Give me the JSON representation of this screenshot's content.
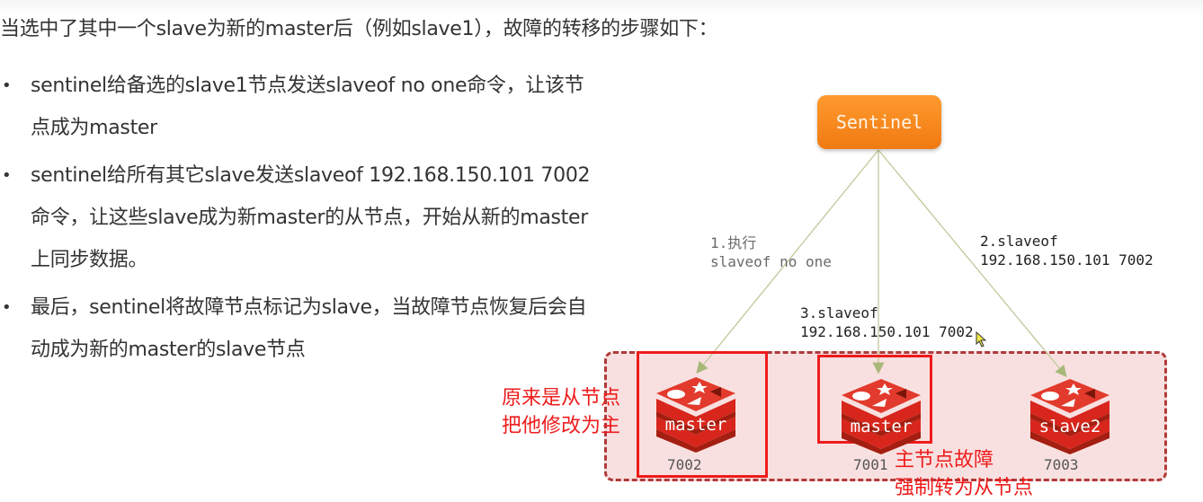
{
  "slide": {
    "intro": "当选中了其中一个slave为新的master后（例如slave1），故障的转移的步骤如下：",
    "bullets": [
      {
        "lines": [
          "sentinel给备选的slave1节点发送slaveof no one命令，让该节",
          "点成为master"
        ]
      },
      {
        "lines": [
          "sentinel给所有其它slave发送slaveof 192.168.150.101 7002",
          "命令，让这些slave成为新master的从节点，开始从新的master",
          "上同步数据。"
        ]
      },
      {
        "lines": [
          "最后，sentinel将故障节点标记为slave，当故障节点恢复后会自",
          "动成为新的master的slave节点"
        ]
      }
    ],
    "bullet_symbol": "•"
  },
  "diagram": {
    "sentinel": {
      "label": "Sentinel",
      "color": "#f5871f"
    },
    "edges": [
      {
        "label_lines": [
          "1.执行",
          "slaveof no one"
        ],
        "target": "7002"
      },
      {
        "label_lines": [
          "2.slaveof",
          "192.168.150.101 7002"
        ],
        "target": "7003"
      },
      {
        "label_lines": [
          "3.slaveof",
          "192.168.150.101 7002"
        ],
        "target": "7001"
      }
    ],
    "nodes": [
      {
        "name": "master",
        "port": "7002"
      },
      {
        "name": "master",
        "port": "7001"
      },
      {
        "name": "slave2",
        "port": "7003"
      }
    ],
    "annotations": {
      "left": [
        "原来是从节点",
        "把他修改为主"
      ],
      "bottom": [
        "主节点故障",
        "强制转为从节点"
      ],
      "color": "#ee1c1c"
    },
    "edge_color": "#a9b87a",
    "group_border_color": "#b03a3a",
    "group_fill_color": "#f8e0e0",
    "redis_color": "#d8261c"
  }
}
